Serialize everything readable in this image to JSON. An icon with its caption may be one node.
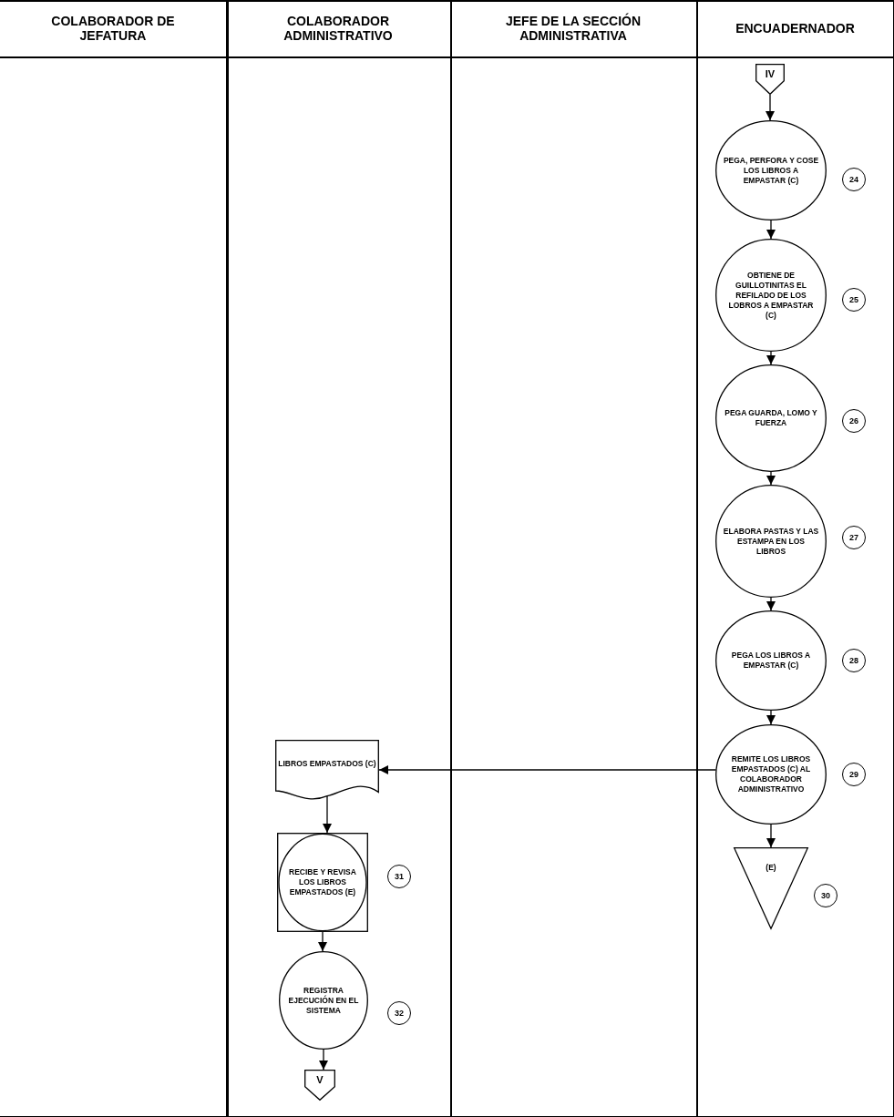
{
  "diagram": {
    "nodes": [
      {
        "text": [
          "IV"
        ]
      },
      {
        "text": [
          "PEGA, PERFORA Y COSE LOS LIBROS A EMPASTAR (C)"
        ],
        "beside": [
          "24"
        ]
      },
      {
        "text": [
          "OBTIENE DE GUILLOTINITAS EL REFILADO DE LOS LOBROS A EMPASTAR (C)"
        ],
        "beside": [
          "25"
        ]
      },
      {
        "text": [
          "PEGA GUARDA, LOMO Y FUERZA"
        ],
        "beside": [
          "26"
        ]
      },
      {
        "text": [
          "ELABORA PASTAS Y LAS ESTAMPA EN LOS LIBROS"
        ],
        "beside": [
          "27"
        ]
      },
      {
        "text": [
          "PEGA LOS LIBROS A EMPASTAR (C)"
        ],
        "beside": [
          "28"
        ]
      },
      {
        "text": [
          "REMITE LOS LIBROS EMPASTADOS (C) AL COLABORADOR ADMINISTRATIVO"
        ],
        "beside": [
          "29"
        ]
      },
      {
        "text": [
          "(E)"
        ],
        "beside": [
          "30"
        ]
      },
      {
        "text": [
          "LIBROS EMPASTADOS (C)"
        ]
      },
      {
        "text": [
          "RECIBE Y REVISA LOS LIBROS EMPASTADOS (E)"
        ],
        "beside": [
          "31"
        ]
      },
      {
        "text": [
          "REGISTRA EJECUCIÓN EN EL SISTEMA"
        ],
        "beside": [
          "32"
        ]
      },
      {
        "text": [
          "V"
        ]
      }
    ],
    "edges": [
      {
        "from": 0,
        "to": 1,
        "arrow": "to"
      },
      {
        "from": 1,
        "to": 2,
        "arrow": "to"
      },
      {
        "from": 2,
        "to": 3,
        "arrow": "to"
      },
      {
        "from": 3,
        "to": 4,
        "arrow": "to"
      },
      {
        "from": 4,
        "to": 5,
        "arrow": "to"
      },
      {
        "from": 5,
        "to": 6,
        "arrow": "to"
      },
      {
        "from": 6,
        "to": 7,
        "arrow": "to"
      },
      {
        "from": 6,
        "to": 8,
        "arrow": "to"
      },
      {
        "from": 8,
        "to": 9,
        "arrow": "to"
      },
      {
        "from": 9,
        "to": 10,
        "arrow": "to"
      },
      {
        "from": 10,
        "to": 11,
        "arrow": "to"
      }
    ],
    "labels": [
      "COLABORADOR DE JEFATURA",
      "COLABORADOR ADMINISTRATIVO",
      "JEFE DE LA SECCIÓN ADMINISTRATIVA",
      "ENCUADERNADOR"
    ]
  }
}
